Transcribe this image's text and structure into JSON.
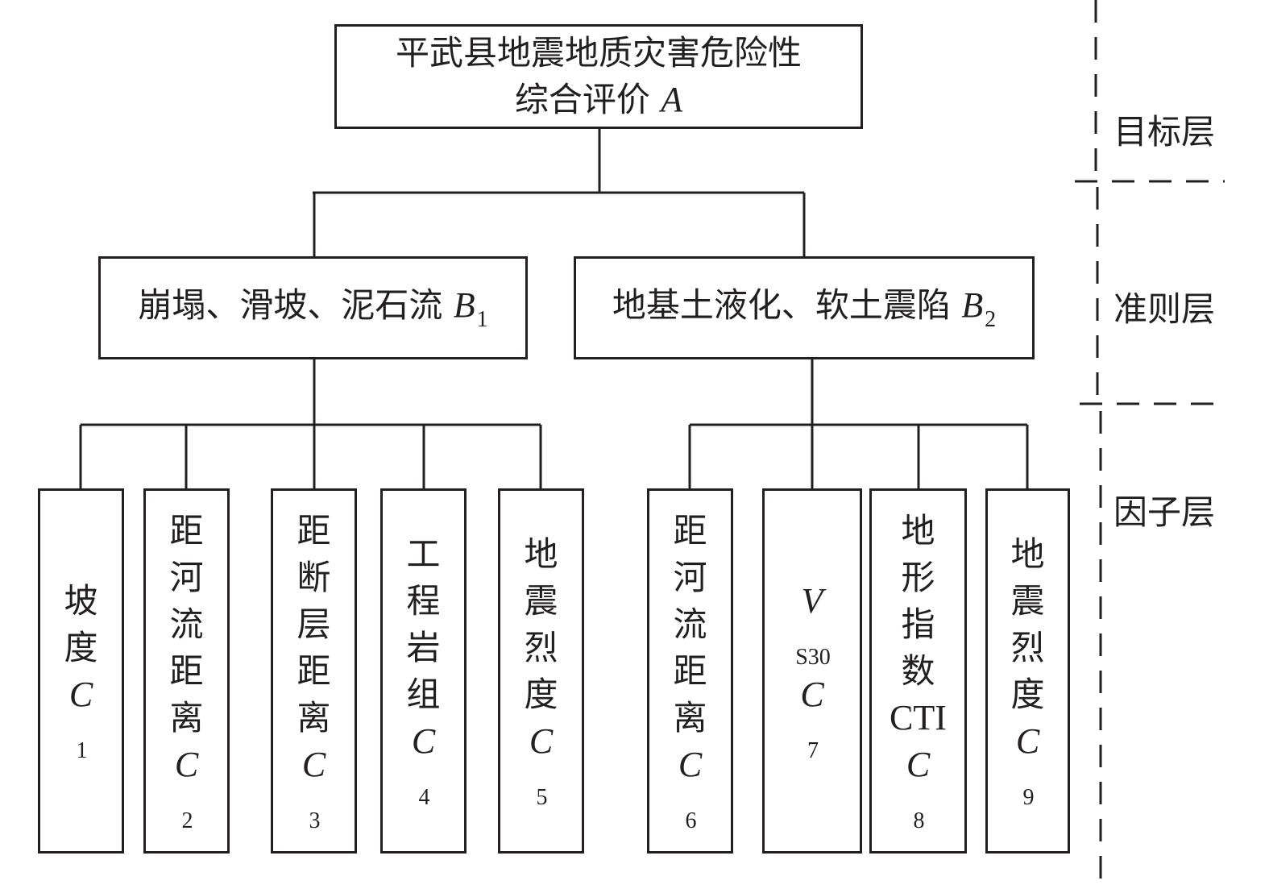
{
  "goal": {
    "line1": "平武县地震地质灾害危险性",
    "line2": "综合评价",
    "symbol": "A"
  },
  "criteria": [
    {
      "text": "崩塌、滑坡、泥石流",
      "symbol": "B",
      "sub": "1"
    },
    {
      "text": "地基土液化、软土震陷",
      "symbol": "B",
      "sub": "2"
    }
  ],
  "factors": [
    {
      "chars": [
        "坡",
        "度"
      ],
      "symbol": "C",
      "sub": "1"
    },
    {
      "chars": [
        "距",
        "河",
        "流",
        "距",
        "离"
      ],
      "symbol": "C",
      "sub": "2"
    },
    {
      "chars": [
        "距",
        "断",
        "层",
        "距",
        "离"
      ],
      "symbol": "C",
      "sub": "3"
    },
    {
      "chars": [
        "工",
        "程",
        "岩",
        "组"
      ],
      "symbol": "C",
      "sub": "4"
    },
    {
      "chars": [
        "地",
        "震",
        "烈",
        "度"
      ],
      "symbol": "C",
      "sub": "5"
    },
    {
      "chars": [
        "距",
        "河",
        "流",
        "距",
        "离"
      ],
      "symbol": "C",
      "sub": "6"
    },
    {
      "chars": [],
      "pre_symbol": "V",
      "pre_sub": "S30",
      "symbol": "C",
      "sub": "7"
    },
    {
      "chars": [
        "地",
        "形",
        "指",
        "数"
      ],
      "latin": "CTI",
      "symbol": "C",
      "sub": "8"
    },
    {
      "chars": [
        "地",
        "震",
        "烈",
        "度"
      ],
      "symbol": "C",
      "sub": "9"
    }
  ],
  "layers": {
    "goal": "目标层",
    "criteria": "准则层",
    "factor": "因子层"
  }
}
